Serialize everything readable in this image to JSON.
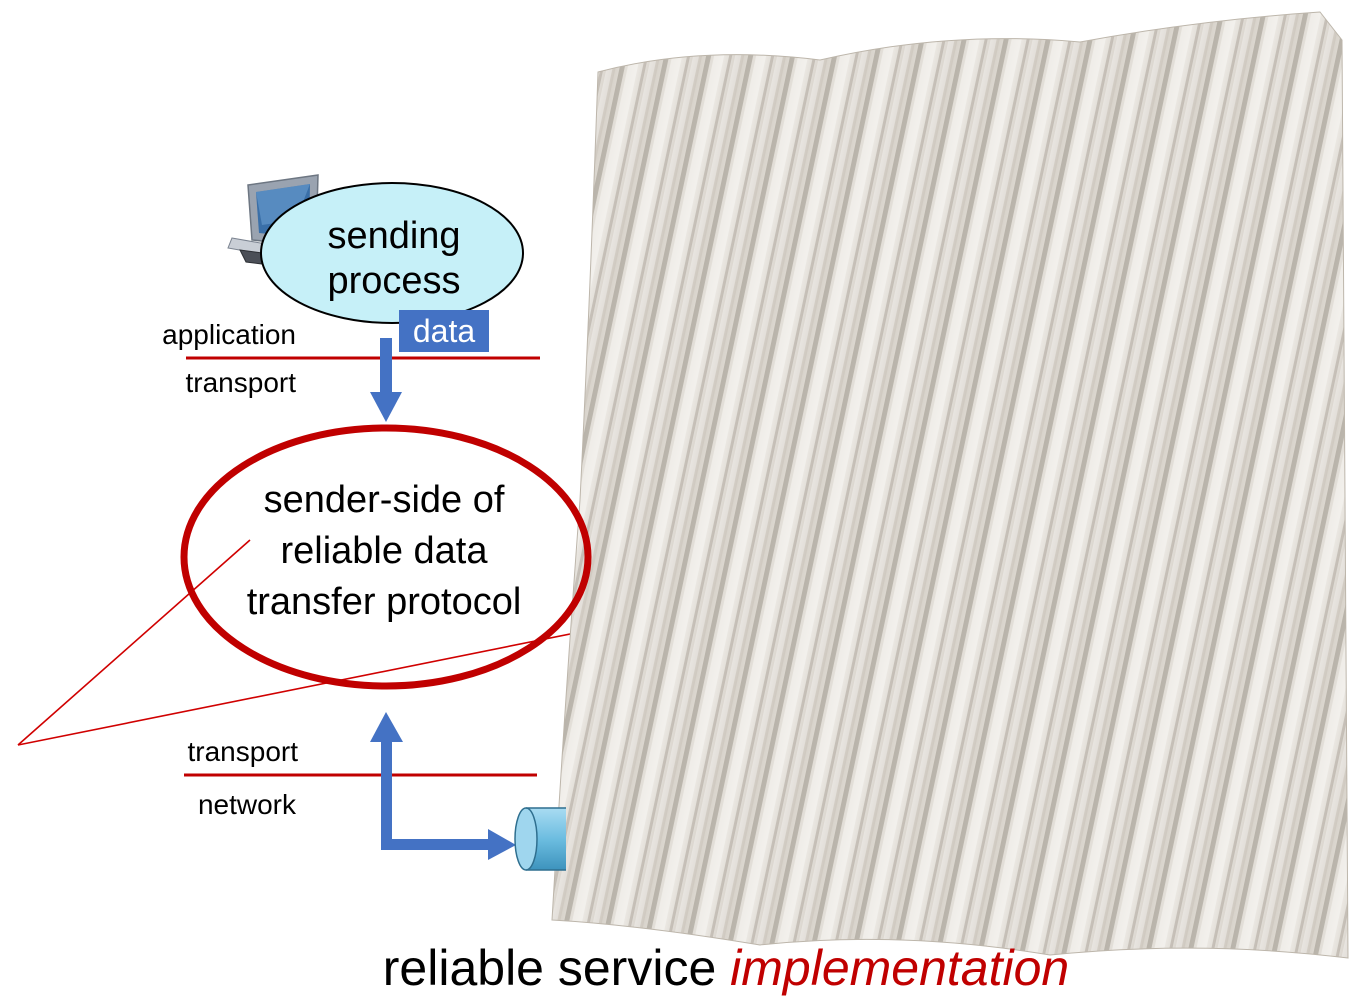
{
  "sending_process": {
    "line1": "sending",
    "line2": "process"
  },
  "data_label": "data",
  "layers_top": {
    "upper": "application",
    "lower": "transport"
  },
  "rdt_sender": {
    "line1": "sender-side of",
    "line2": "reliable data",
    "line3": "transfer protocol"
  },
  "layers_bottom": {
    "upper": "transport",
    "lower": "network"
  },
  "caption": {
    "plain": "reliable service ",
    "emphasis": "implementation"
  },
  "colors": {
    "accent_red": "#c00000",
    "arrow_blue": "#4472c4",
    "bubble_fill": "#c6f0f8",
    "curtain": "#e7e3dd"
  },
  "icons": {
    "computer": "desktop-computer-icon",
    "network_link": "cylinder-link-icon"
  }
}
